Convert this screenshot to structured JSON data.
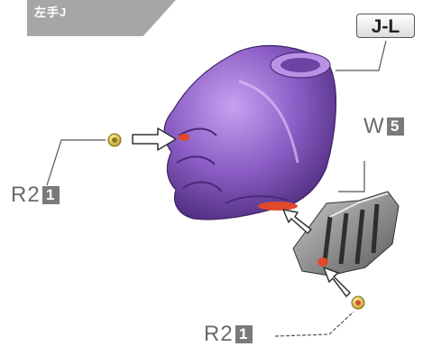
{
  "header": {
    "title": "左手J"
  },
  "callouts": {
    "jl_label": "J-L",
    "bolt_top": {
      "code": "R2",
      "qty": "1"
    },
    "bolt_bottom": {
      "code": "R2",
      "qty": "1"
    },
    "weapon": {
      "code": "W",
      "qty": "5"
    }
  },
  "colors": {
    "hand_purple": "#8a5cc4",
    "part_grey": "#6f6f6f",
    "connector_red": "#e0492b",
    "header_grey": "#a6a6a6",
    "screw_gold": "#d9c24a"
  }
}
